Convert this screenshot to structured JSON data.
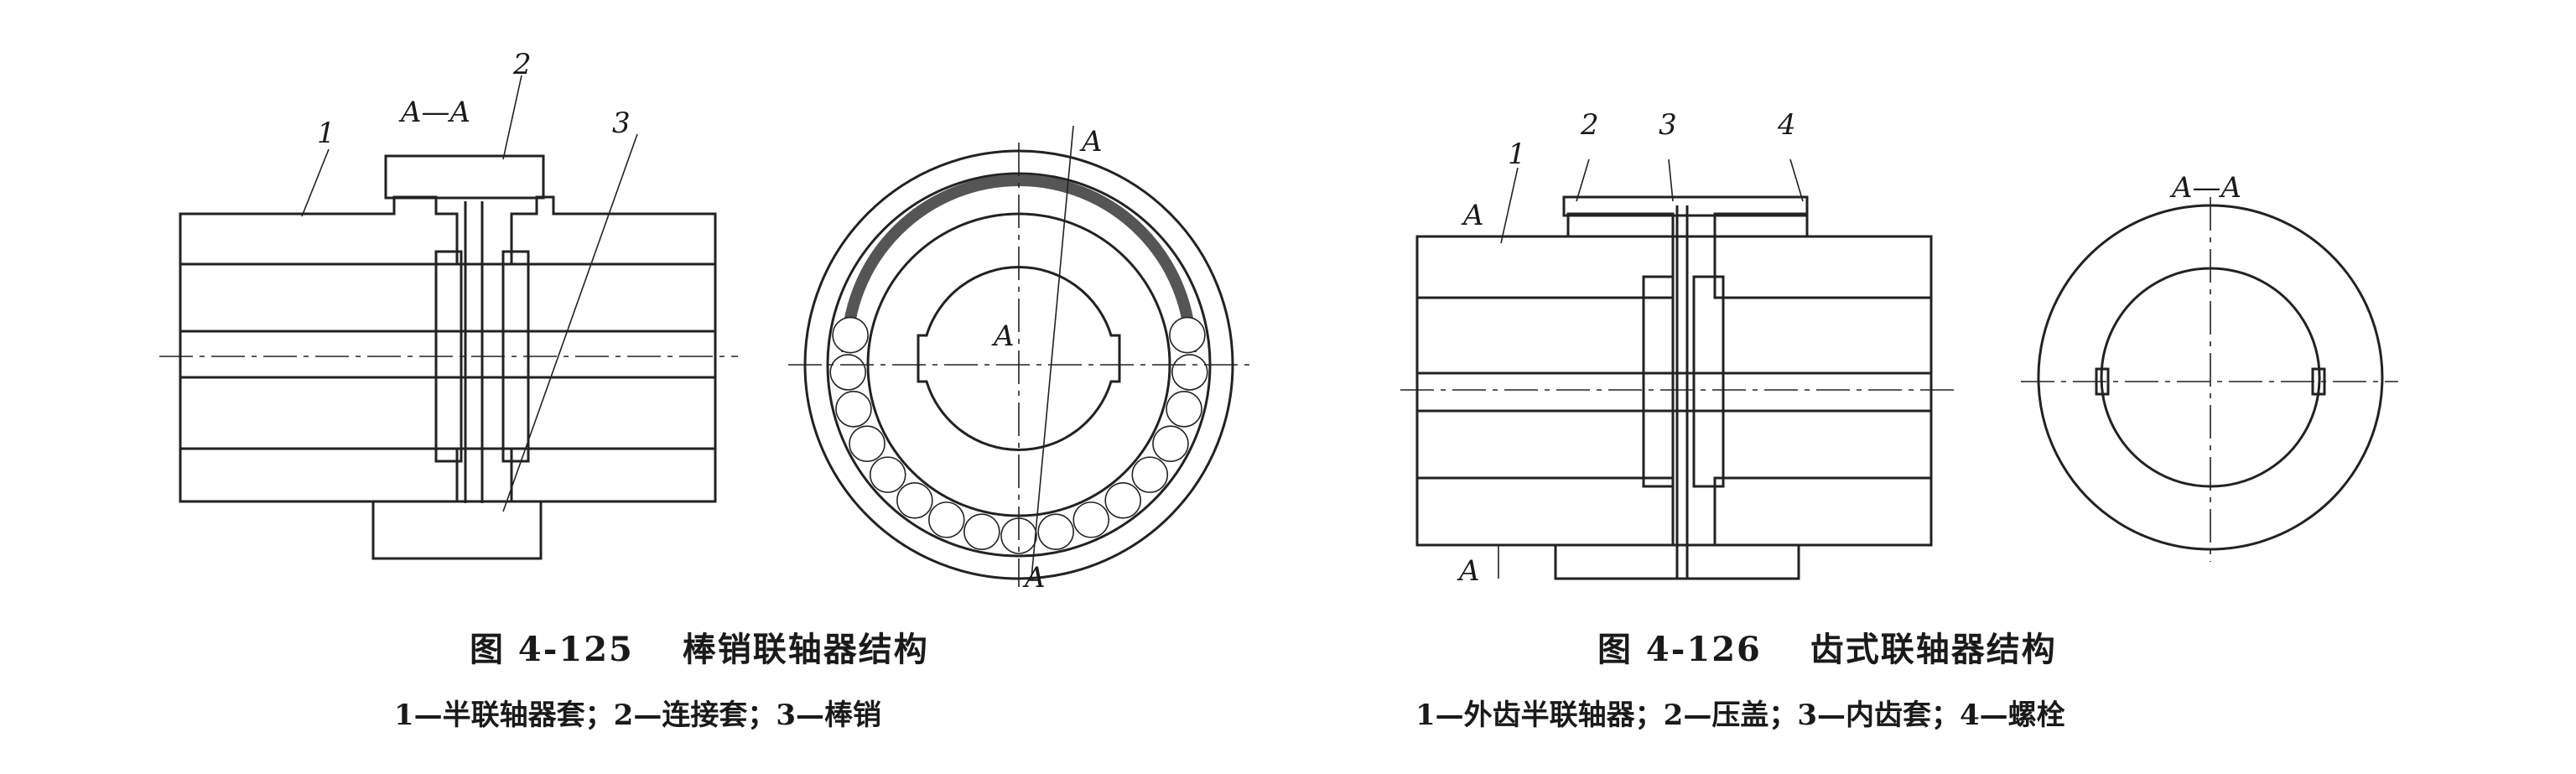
{
  "figure_125": {
    "labels": {
      "part1": "1",
      "part2": "2",
      "part3": "3",
      "section": "A—A",
      "a_top": "A",
      "a_center": "A",
      "a_bottom": "A"
    },
    "title": "图 4-125　 棒销联轴器结构",
    "legend": "1—半联轴器套；2—连接套；3—棒销"
  },
  "figure_126": {
    "labels": {
      "part1": "1",
      "part2": "2",
      "part3": "3",
      "part4": "4",
      "a_top": "A",
      "a_bottom": "A",
      "section": "A—A"
    },
    "title": "图 4-126　 齿式联轴器结构",
    "legend": "1—外齿半联轴器；2—压盖；3—内齿套；4—螺栓"
  }
}
